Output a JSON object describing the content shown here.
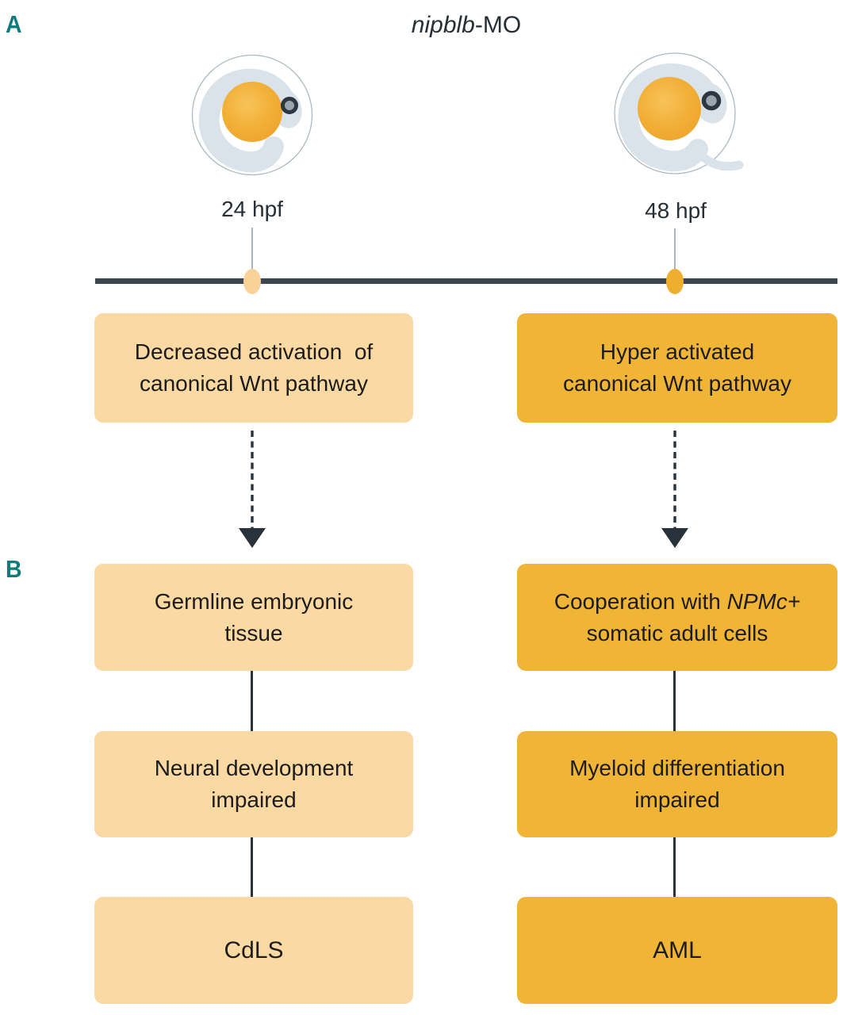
{
  "panel_labels": {
    "a": "A",
    "b": "B"
  },
  "title": {
    "italic": "nipblb",
    "rest": "-MO"
  },
  "timeline": {
    "left_label": "24 hpf",
    "right_label": "48 hpf"
  },
  "left_column": {
    "box1_line1": "Decreased activation  of",
    "box1_line2": "canonical Wnt pathway",
    "box2_line1": "Germline embryonic",
    "box2_line2": "tissue",
    "box3_line1": "Neural development",
    "box3_line2": "impaired",
    "box4": "CdLS"
  },
  "right_column": {
    "box1_line1": "Hyper activated",
    "box1_line2": "canonical Wnt pathway",
    "box2_line1_prefix": "Cooperation with ",
    "box2_line1_italic": "NPMc+",
    "box2_line2": "somatic adult cells",
    "box3_line1": "Myeloid differentiation",
    "box3_line2": "impaired",
    "box4": "AML"
  },
  "colors": {
    "light_box": "#FBD9A3",
    "dark_box": "#F0B436",
    "light_dot": "#F9D29A",
    "dark_dot": "#EFAE2F",
    "timeline_bar": "#3A4750",
    "connector": "#28323B",
    "panel_label": "#0F7C7B",
    "embryo_body": "#DAE3E9",
    "yolk": "#F2AF33",
    "eye_ring": "#2B3842",
    "text": "#1C1C1C"
  }
}
